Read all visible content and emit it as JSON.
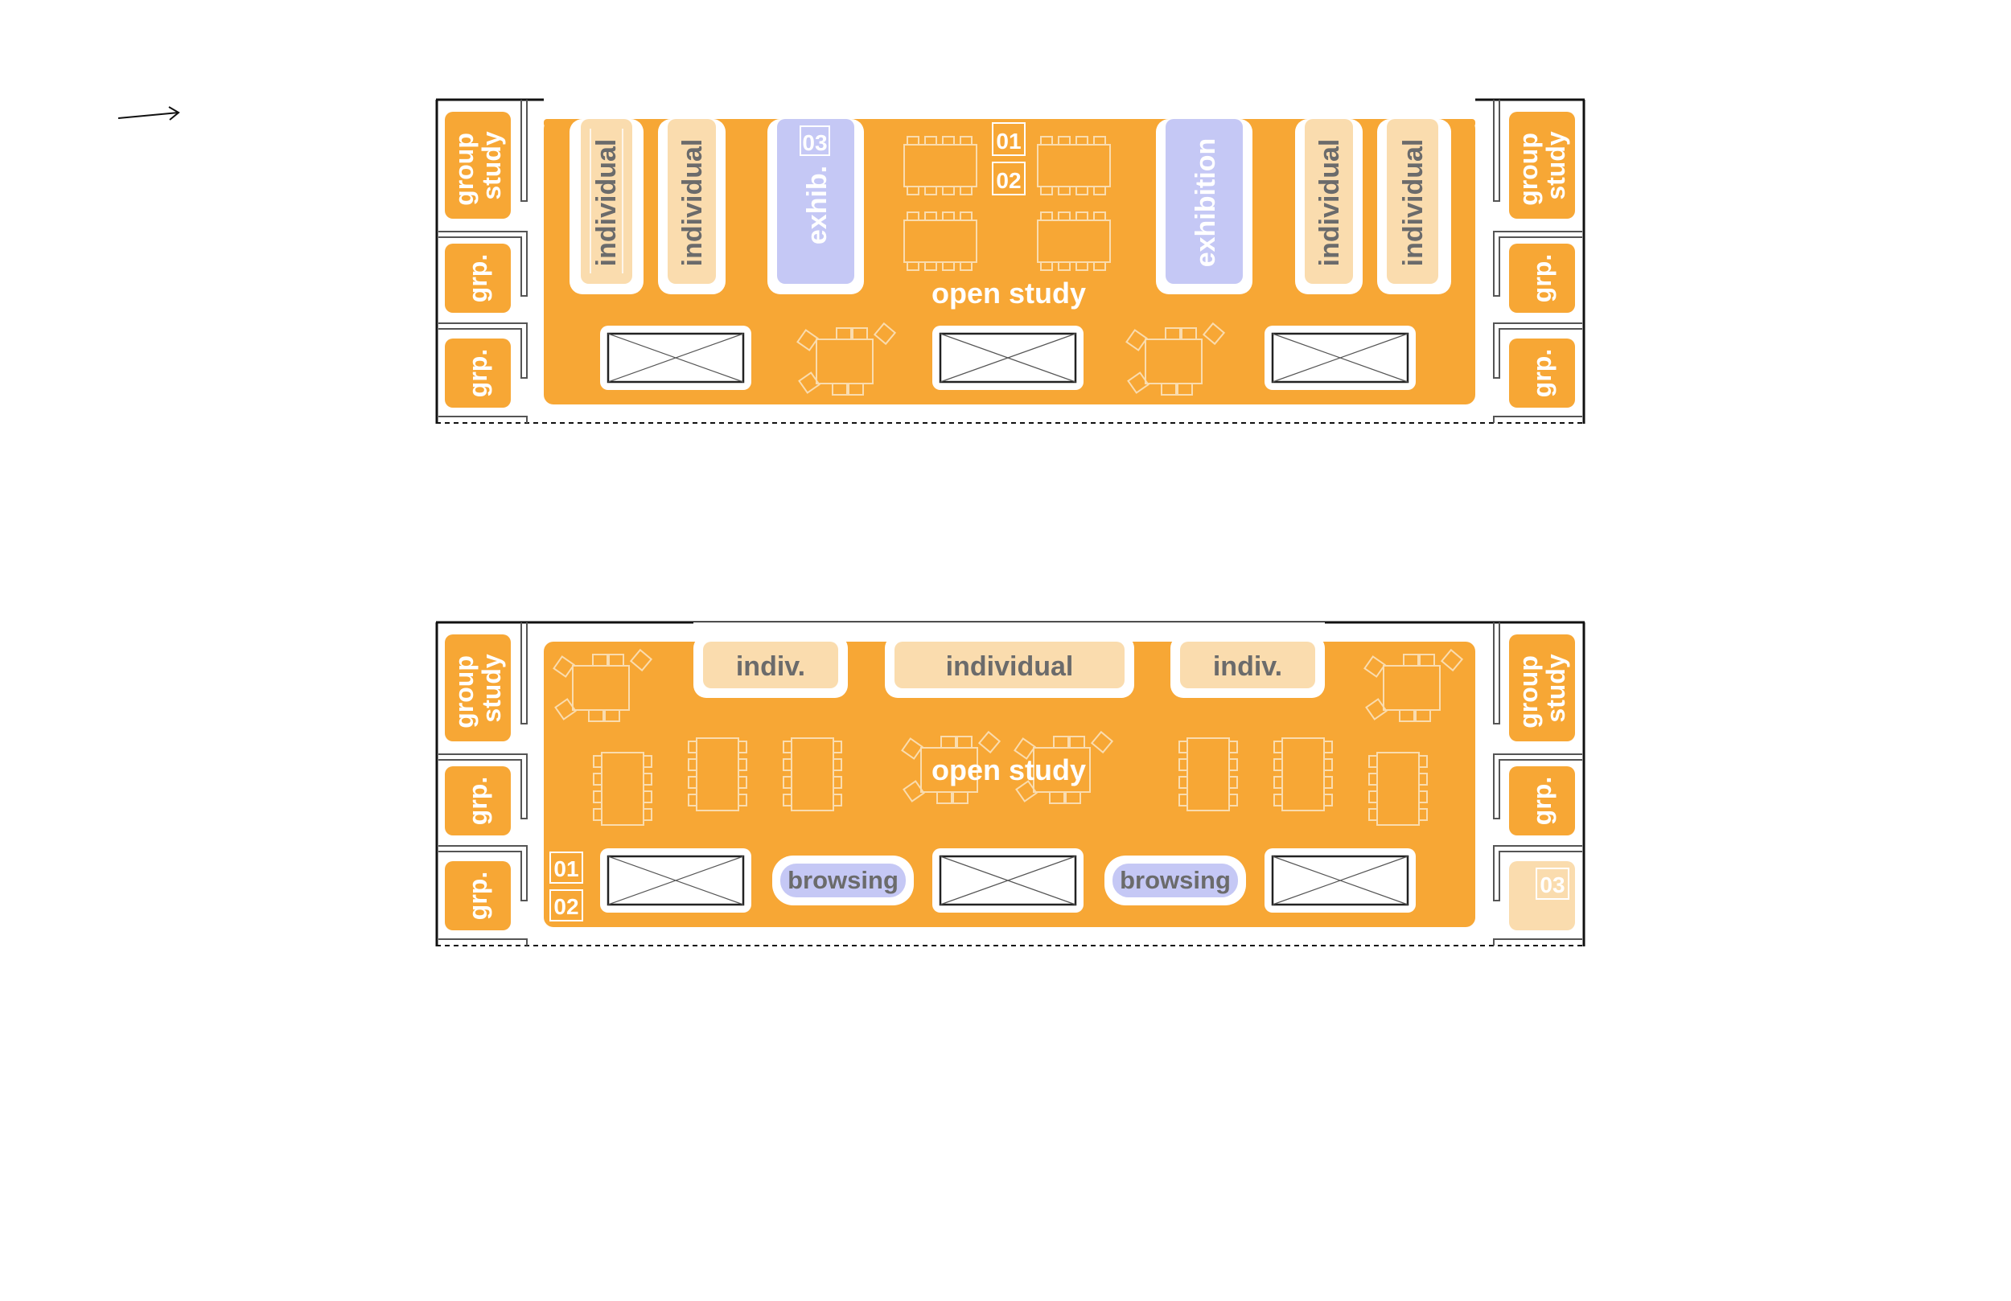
{
  "colors": {
    "orange": "#f7a735",
    "light": "#fadcae",
    "lavender": "#c5c8f5",
    "white": "#ffffff",
    "gray_text": "#6b6b6b"
  },
  "icons": [
    "arrow-icon",
    "table-icon",
    "chair-icon",
    "shelf-cross-icon",
    "wall-icon"
  ],
  "plan_a": {
    "group_study_left": "group study",
    "grp_left_1": "grp.",
    "grp_left_2": "grp.",
    "group_study_right": "group study",
    "grp_right_1": "grp.",
    "grp_right_2": "grp.",
    "individual_1": "individual",
    "individual_2": "individual",
    "exhib": "exhib.",
    "exhibition": "exhibition",
    "individual_3": "individual",
    "individual_4": "individual",
    "open_study": "open study",
    "badge_01": "01",
    "badge_02": "02",
    "badge_03": "03"
  },
  "plan_b": {
    "group_study_left": "group study",
    "grp_left_1": "grp.",
    "grp_left_2": "grp.",
    "group_study_right": "group study",
    "grp_right_1": "grp.",
    "indiv_left": "indiv.",
    "individual_center": "individual",
    "indiv_right": "indiv.",
    "open_study": "open study",
    "browsing_1": "browsing",
    "browsing_2": "browsing",
    "badge_01": "01",
    "badge_02": "02",
    "badge_03": "03"
  }
}
